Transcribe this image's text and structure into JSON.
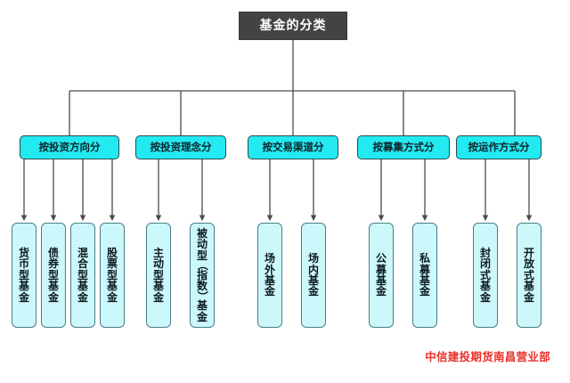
{
  "diagram": {
    "root": {
      "label": "基金的分类"
    },
    "categories": [
      {
        "label": "按投资方向分"
      },
      {
        "label": "按投资理念分"
      },
      {
        "label": "按交易渠道分"
      },
      {
        "label": "按募集方式分"
      },
      {
        "label": "按运作方式分"
      }
    ],
    "leaves": [
      {
        "label": "货币型基金",
        "chars": [
          "货",
          "币",
          "型",
          "基",
          "金"
        ],
        "group": 0
      },
      {
        "label": "债券型基金",
        "chars": [
          "债",
          "券",
          "型",
          "基",
          "金"
        ],
        "group": 0
      },
      {
        "label": "混合型基金",
        "chars": [
          "混",
          "合",
          "型",
          "基",
          "金"
        ],
        "group": 0
      },
      {
        "label": "股票型基金",
        "chars": [
          "股",
          "票",
          "型",
          "基",
          "金"
        ],
        "group": 0
      },
      {
        "label": "主动型基金",
        "chars": [
          "主",
          "动",
          "型",
          "基",
          "金"
        ],
        "group": 1
      },
      {
        "label": "被动型（指数）基金",
        "chars": [
          "被",
          "动",
          "型",
          "（",
          "指",
          "数",
          "）",
          "基",
          "金"
        ],
        "group": 1
      },
      {
        "label": "场外基金",
        "chars": [
          "场",
          "外",
          "基",
          "金"
        ],
        "group": 2
      },
      {
        "label": "场内基金",
        "chars": [
          "场",
          "内",
          "基",
          "金"
        ],
        "group": 2
      },
      {
        "label": "公募基金",
        "chars": [
          "公",
          "募",
          "基",
          "金"
        ],
        "group": 3
      },
      {
        "label": "私募基金",
        "chars": [
          "私",
          "募",
          "基",
          "金"
        ],
        "group": 3
      },
      {
        "label": "封闭式基金",
        "chars": [
          "封",
          "闭",
          "式",
          "基",
          "金"
        ],
        "group": 4
      },
      {
        "label": "开放式基金",
        "chars": [
          "开",
          "放",
          "式",
          "基",
          "金"
        ],
        "group": 4
      }
    ],
    "watermark": "中信建投期货南昌营业部",
    "colors": {
      "root_fill": "#434343",
      "root_text": "#ffffff",
      "category_fill": "#22eaf0",
      "leaf_fill": "#ccf7fb",
      "line": "#4a4a4a",
      "watermark": "#e8302a"
    }
  }
}
